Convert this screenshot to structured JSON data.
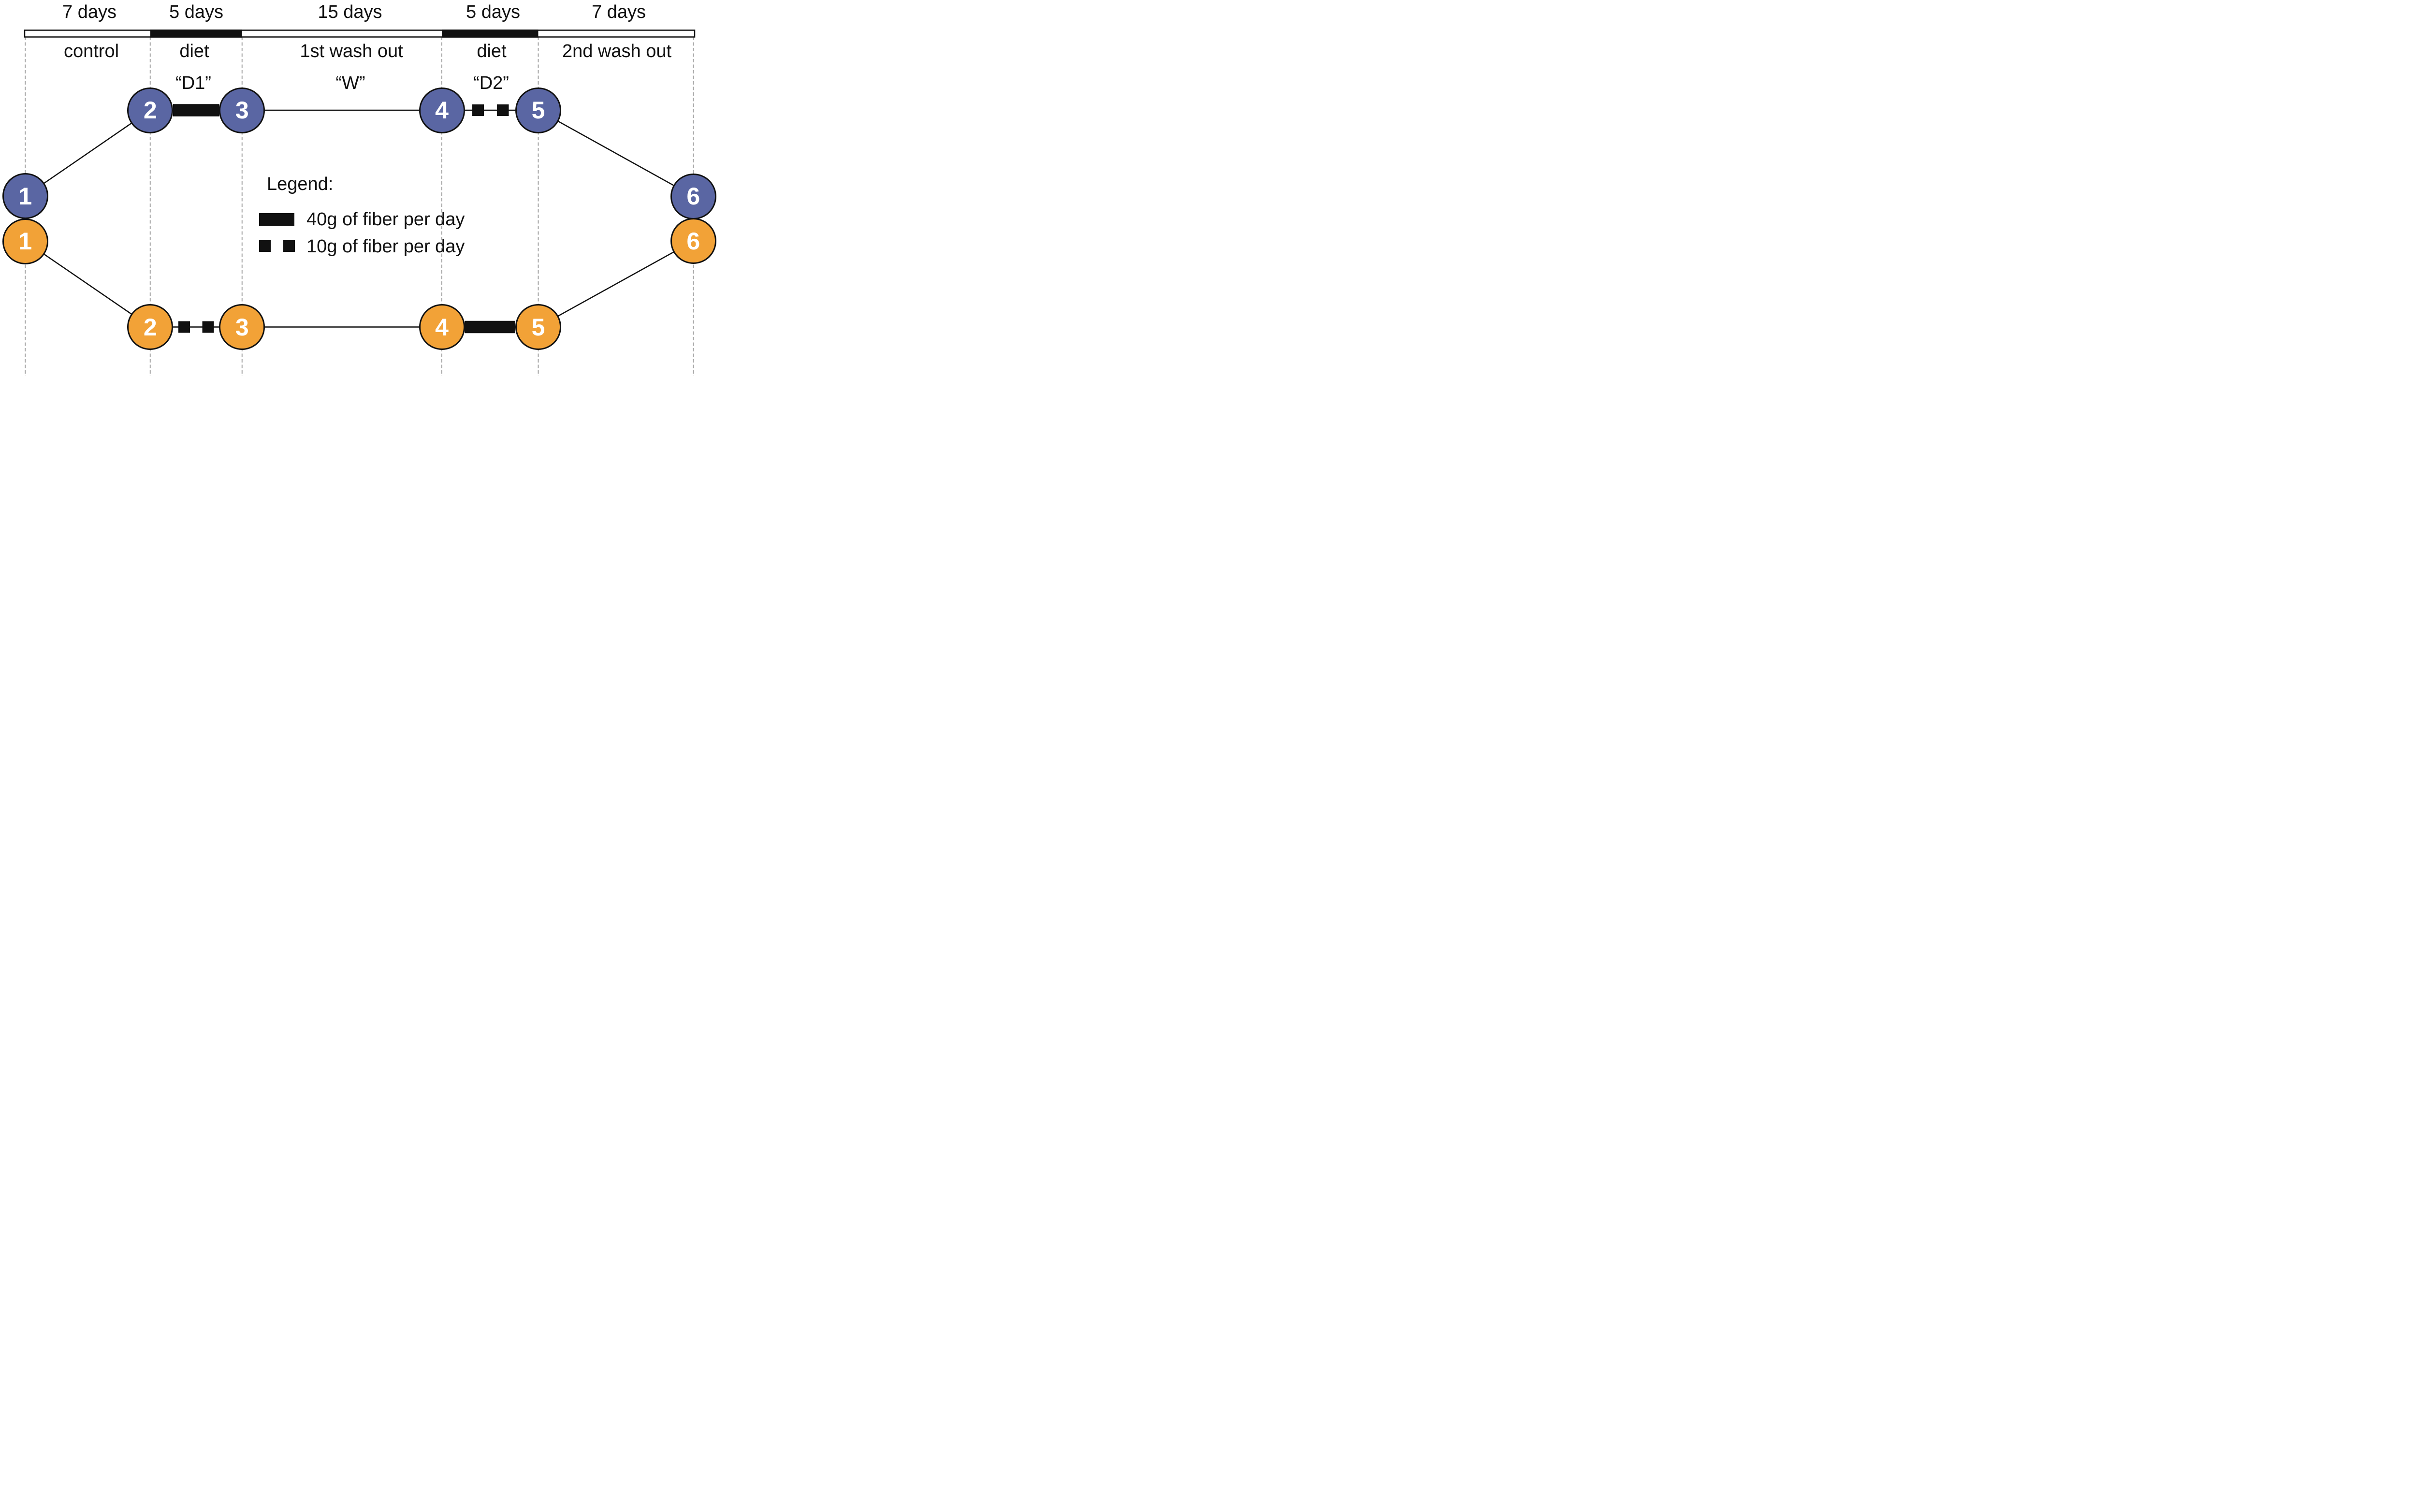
{
  "figure": {
    "title_semantic": "crossover dietary fiber study design",
    "phases": [
      {
        "duration": "7 days",
        "label": "control",
        "code": ""
      },
      {
        "duration": "5 days",
        "label": "diet",
        "code": "“D1”"
      },
      {
        "duration": "15 days",
        "label": "1st wash out",
        "code": "“W”"
      },
      {
        "duration": "5 days",
        "label": "diet",
        "code": "“D2”"
      },
      {
        "duration": "7 days",
        "label": "2nd wash out",
        "code": ""
      }
    ],
    "nodes": {
      "blue": [
        "1",
        "2",
        "3",
        "4",
        "5",
        "6"
      ],
      "orange": [
        "1",
        "2",
        "3",
        "4",
        "5",
        "6"
      ]
    },
    "legend": {
      "title": "Legend:",
      "items": [
        {
          "swatch": "solid-bar",
          "label": "40g of fiber per day"
        },
        {
          "swatch": "two-squares",
          "label": "10g of fiber per day"
        }
      ]
    },
    "colors": {
      "blue_arm": "#5A66A3",
      "orange_arm": "#F2A237",
      "line_black": "#111111",
      "dashed_gray": "#A3A3A3"
    }
  }
}
